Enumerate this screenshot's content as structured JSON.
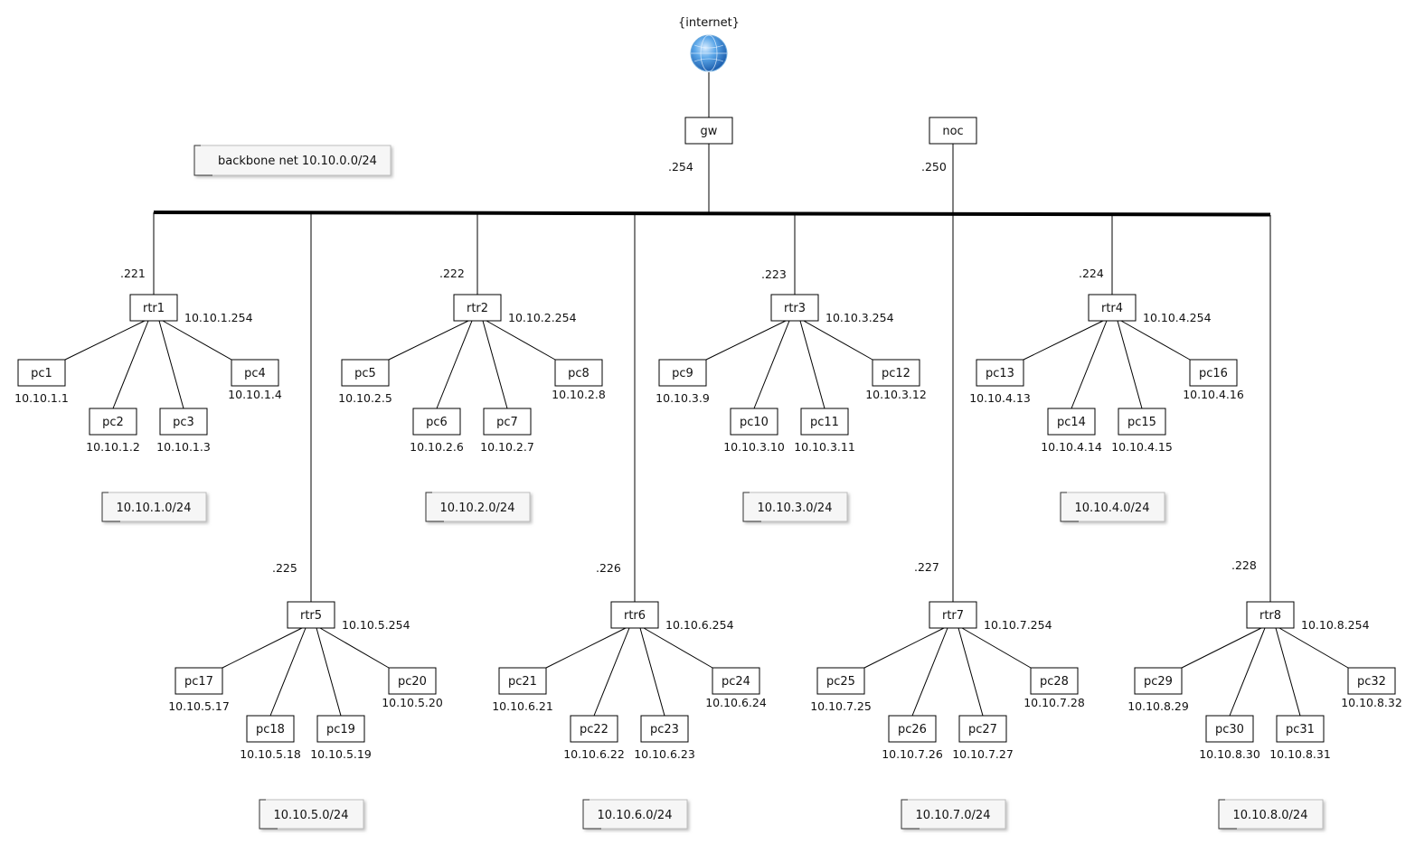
{
  "internet": {
    "label": "{internet}"
  },
  "backbone": {
    "label": "backbone net 10.10.0.0/24"
  },
  "core": [
    {
      "id": "gw",
      "label": "gw",
      "addr": ".254"
    },
    {
      "id": "noc",
      "label": "noc",
      "addr": ".250"
    }
  ],
  "routers": [
    {
      "id": "rtr1",
      "label": "rtr1",
      "backbone_addr": ".221",
      "lan_addr": "10.10.1.254",
      "subnet": "10.10.1.0/24",
      "pcs": [
        {
          "label": "pc1",
          "ip": "10.10.1.1"
        },
        {
          "label": "pc2",
          "ip": "10.10.1.2"
        },
        {
          "label": "pc3",
          "ip": "10.10.1.3"
        },
        {
          "label": "pc4",
          "ip": "10.10.1.4"
        }
      ]
    },
    {
      "id": "rtr2",
      "label": "rtr2",
      "backbone_addr": ".222",
      "lan_addr": "10.10.2.254",
      "subnet": "10.10.2.0/24",
      "pcs": [
        {
          "label": "pc5",
          "ip": "10.10.2.5"
        },
        {
          "label": "pc6",
          "ip": "10.10.2.6"
        },
        {
          "label": "pc7",
          "ip": "10.10.2.7"
        },
        {
          "label": "pc8",
          "ip": "10.10.2.8"
        }
      ]
    },
    {
      "id": "rtr3",
      "label": "rtr3",
      "backbone_addr": ".223",
      "lan_addr": "10.10.3.254",
      "subnet": "10.10.3.0/24",
      "pcs": [
        {
          "label": "pc9",
          "ip": "10.10.3.9"
        },
        {
          "label": "pc10",
          "ip": "10.10.3.10"
        },
        {
          "label": "pc11",
          "ip": "10.10.3.11"
        },
        {
          "label": "pc12",
          "ip": "10.10.3.12"
        }
      ]
    },
    {
      "id": "rtr4",
      "label": "rtr4",
      "backbone_addr": ".224",
      "lan_addr": "10.10.4.254",
      "subnet": "10.10.4.0/24",
      "pcs": [
        {
          "label": "pc13",
          "ip": "10.10.4.13"
        },
        {
          "label": "pc14",
          "ip": "10.10.4.14"
        },
        {
          "label": "pc15",
          "ip": "10.10.4.15"
        },
        {
          "label": "pc16",
          "ip": "10.10.4.16"
        }
      ]
    },
    {
      "id": "rtr5",
      "label": "rtr5",
      "backbone_addr": ".225",
      "lan_addr": "10.10.5.254",
      "subnet": "10.10.5.0/24",
      "pcs": [
        {
          "label": "pc17",
          "ip": "10.10.5.17"
        },
        {
          "label": "pc18",
          "ip": "10.10.5.18"
        },
        {
          "label": "pc19",
          "ip": "10.10.5.19"
        },
        {
          "label": "pc20",
          "ip": "10.10.5.20"
        }
      ]
    },
    {
      "id": "rtr6",
      "label": "rtr6",
      "backbone_addr": ".226",
      "lan_addr": "10.10.6.254",
      "subnet": "10.10.6.0/24",
      "pcs": [
        {
          "label": "pc21",
          "ip": "10.10.6.21"
        },
        {
          "label": "pc22",
          "ip": "10.10.6.22"
        },
        {
          "label": "pc23",
          "ip": "10.10.6.23"
        },
        {
          "label": "pc24",
          "ip": "10.10.6.24"
        }
      ]
    },
    {
      "id": "rtr7",
      "label": "rtr7",
      "backbone_addr": ".227",
      "lan_addr": "10.10.7.254",
      "subnet": "10.10.7.0/24",
      "pcs": [
        {
          "label": "pc25",
          "ip": "10.10.7.25"
        },
        {
          "label": "pc26",
          "ip": "10.10.7.26"
        },
        {
          "label": "pc27",
          "ip": "10.10.7.27"
        },
        {
          "label": "pc28",
          "ip": "10.10.7.28"
        }
      ]
    },
    {
      "id": "rtr8",
      "label": "rtr8",
      "backbone_addr": ".228",
      "lan_addr": "10.10.8.254",
      "subnet": "10.10.8.0/24",
      "pcs": [
        {
          "label": "pc29",
          "ip": "10.10.8.29"
        },
        {
          "label": "pc30",
          "ip": "10.10.8.30"
        },
        {
          "label": "pc31",
          "ip": "10.10.8.31"
        },
        {
          "label": "pc32",
          "ip": "10.10.8.32"
        }
      ]
    }
  ]
}
